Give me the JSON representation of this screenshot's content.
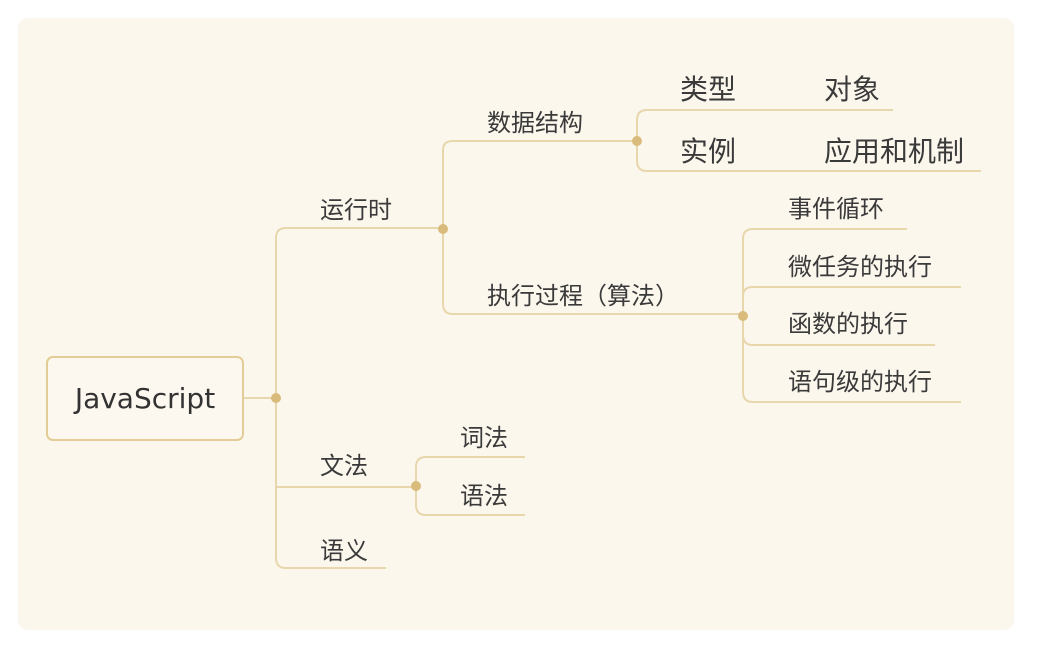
{
  "root": "JavaScript",
  "runtime": {
    "label": "运行时",
    "data_structure": {
      "label": "数据结构",
      "type": {
        "label": "类型",
        "child": "对象"
      },
      "instance": {
        "label": "实例",
        "child": "应用和机制"
      }
    },
    "execution": {
      "label": "执行过程（算法）",
      "items": [
        "事件循环",
        "微任务的执行",
        "函数的执行",
        "语句级的执行"
      ]
    }
  },
  "grammar": {
    "label": "文法",
    "items": [
      "词法",
      "语法"
    ]
  },
  "semantics": {
    "label": "语义"
  },
  "colors": {
    "background": "#fcf7ed",
    "line": "#e8d7ad",
    "dot": "#d9bc7b",
    "box_border": "#e3cc95",
    "text": "#3a3a3a"
  }
}
